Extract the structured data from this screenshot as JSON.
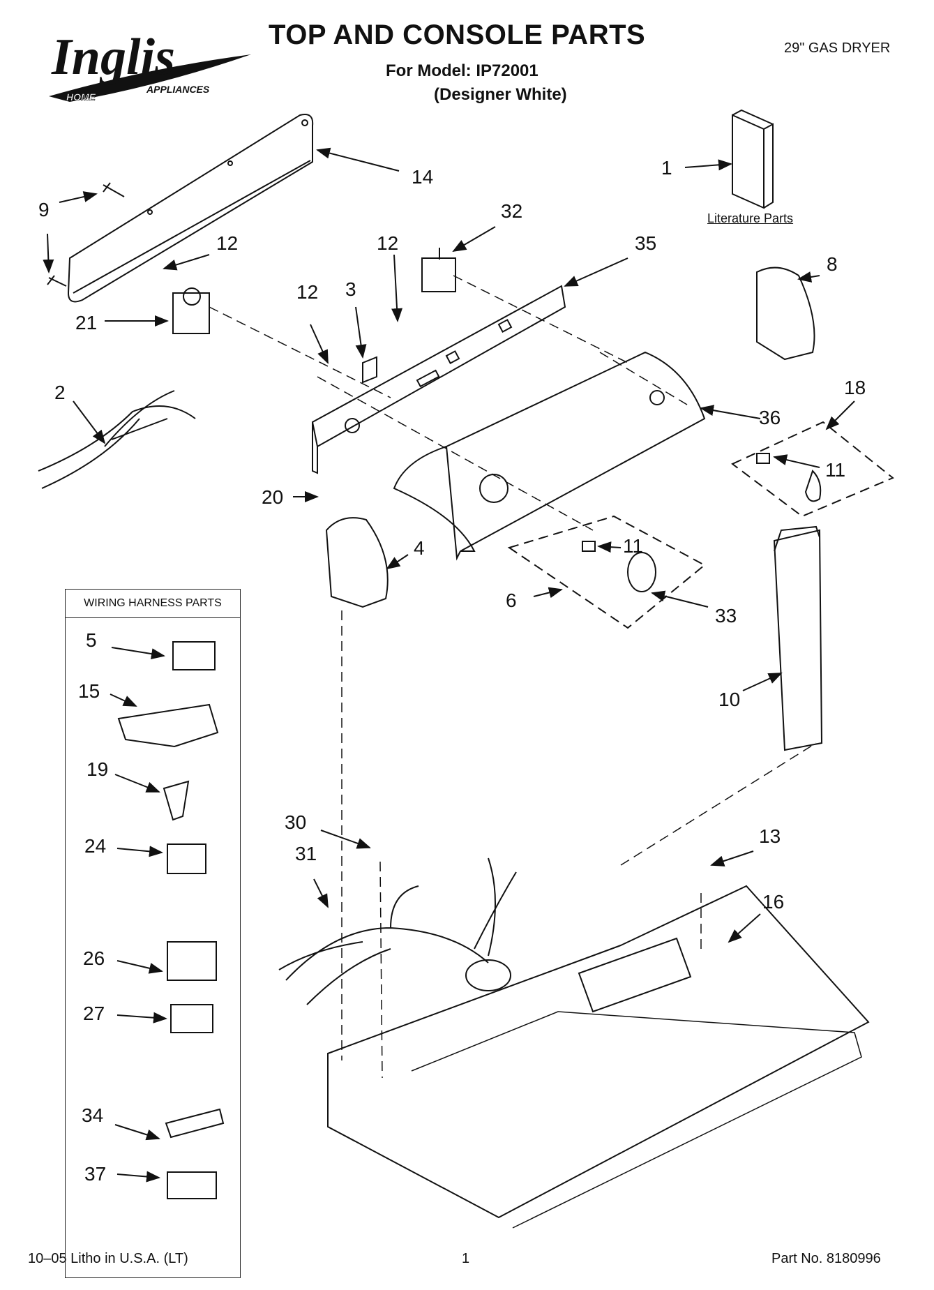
{
  "header": {
    "brand": "Inglis",
    "brand_sub_left": "HOME",
    "brand_sub_right": "APPLIANCES",
    "title": "TOP AND CONSOLE PARTS",
    "model_line": "For Model: IP72001",
    "variant_line": "(Designer White)",
    "product": "29\" GAS DRYER"
  },
  "literature_label": "Literature Parts",
  "legend": {
    "heading": "WIRING HARNESS PARTS",
    "items": [
      "5",
      "15",
      "19",
      "24",
      "26",
      "27",
      "34",
      "37"
    ]
  },
  "parts": [
    "1",
    "14",
    "9",
    "12",
    "32",
    "35",
    "8",
    "12",
    "21",
    "12",
    "3",
    "2",
    "18",
    "36",
    "11",
    "20",
    "4",
    "11",
    "6",
    "33",
    "10",
    "30",
    "31",
    "13",
    "16"
  ],
  "footer": {
    "left": "10–05 Litho in U.S.A. (LT)",
    "center": "1",
    "right": "Part No. 8180996"
  }
}
